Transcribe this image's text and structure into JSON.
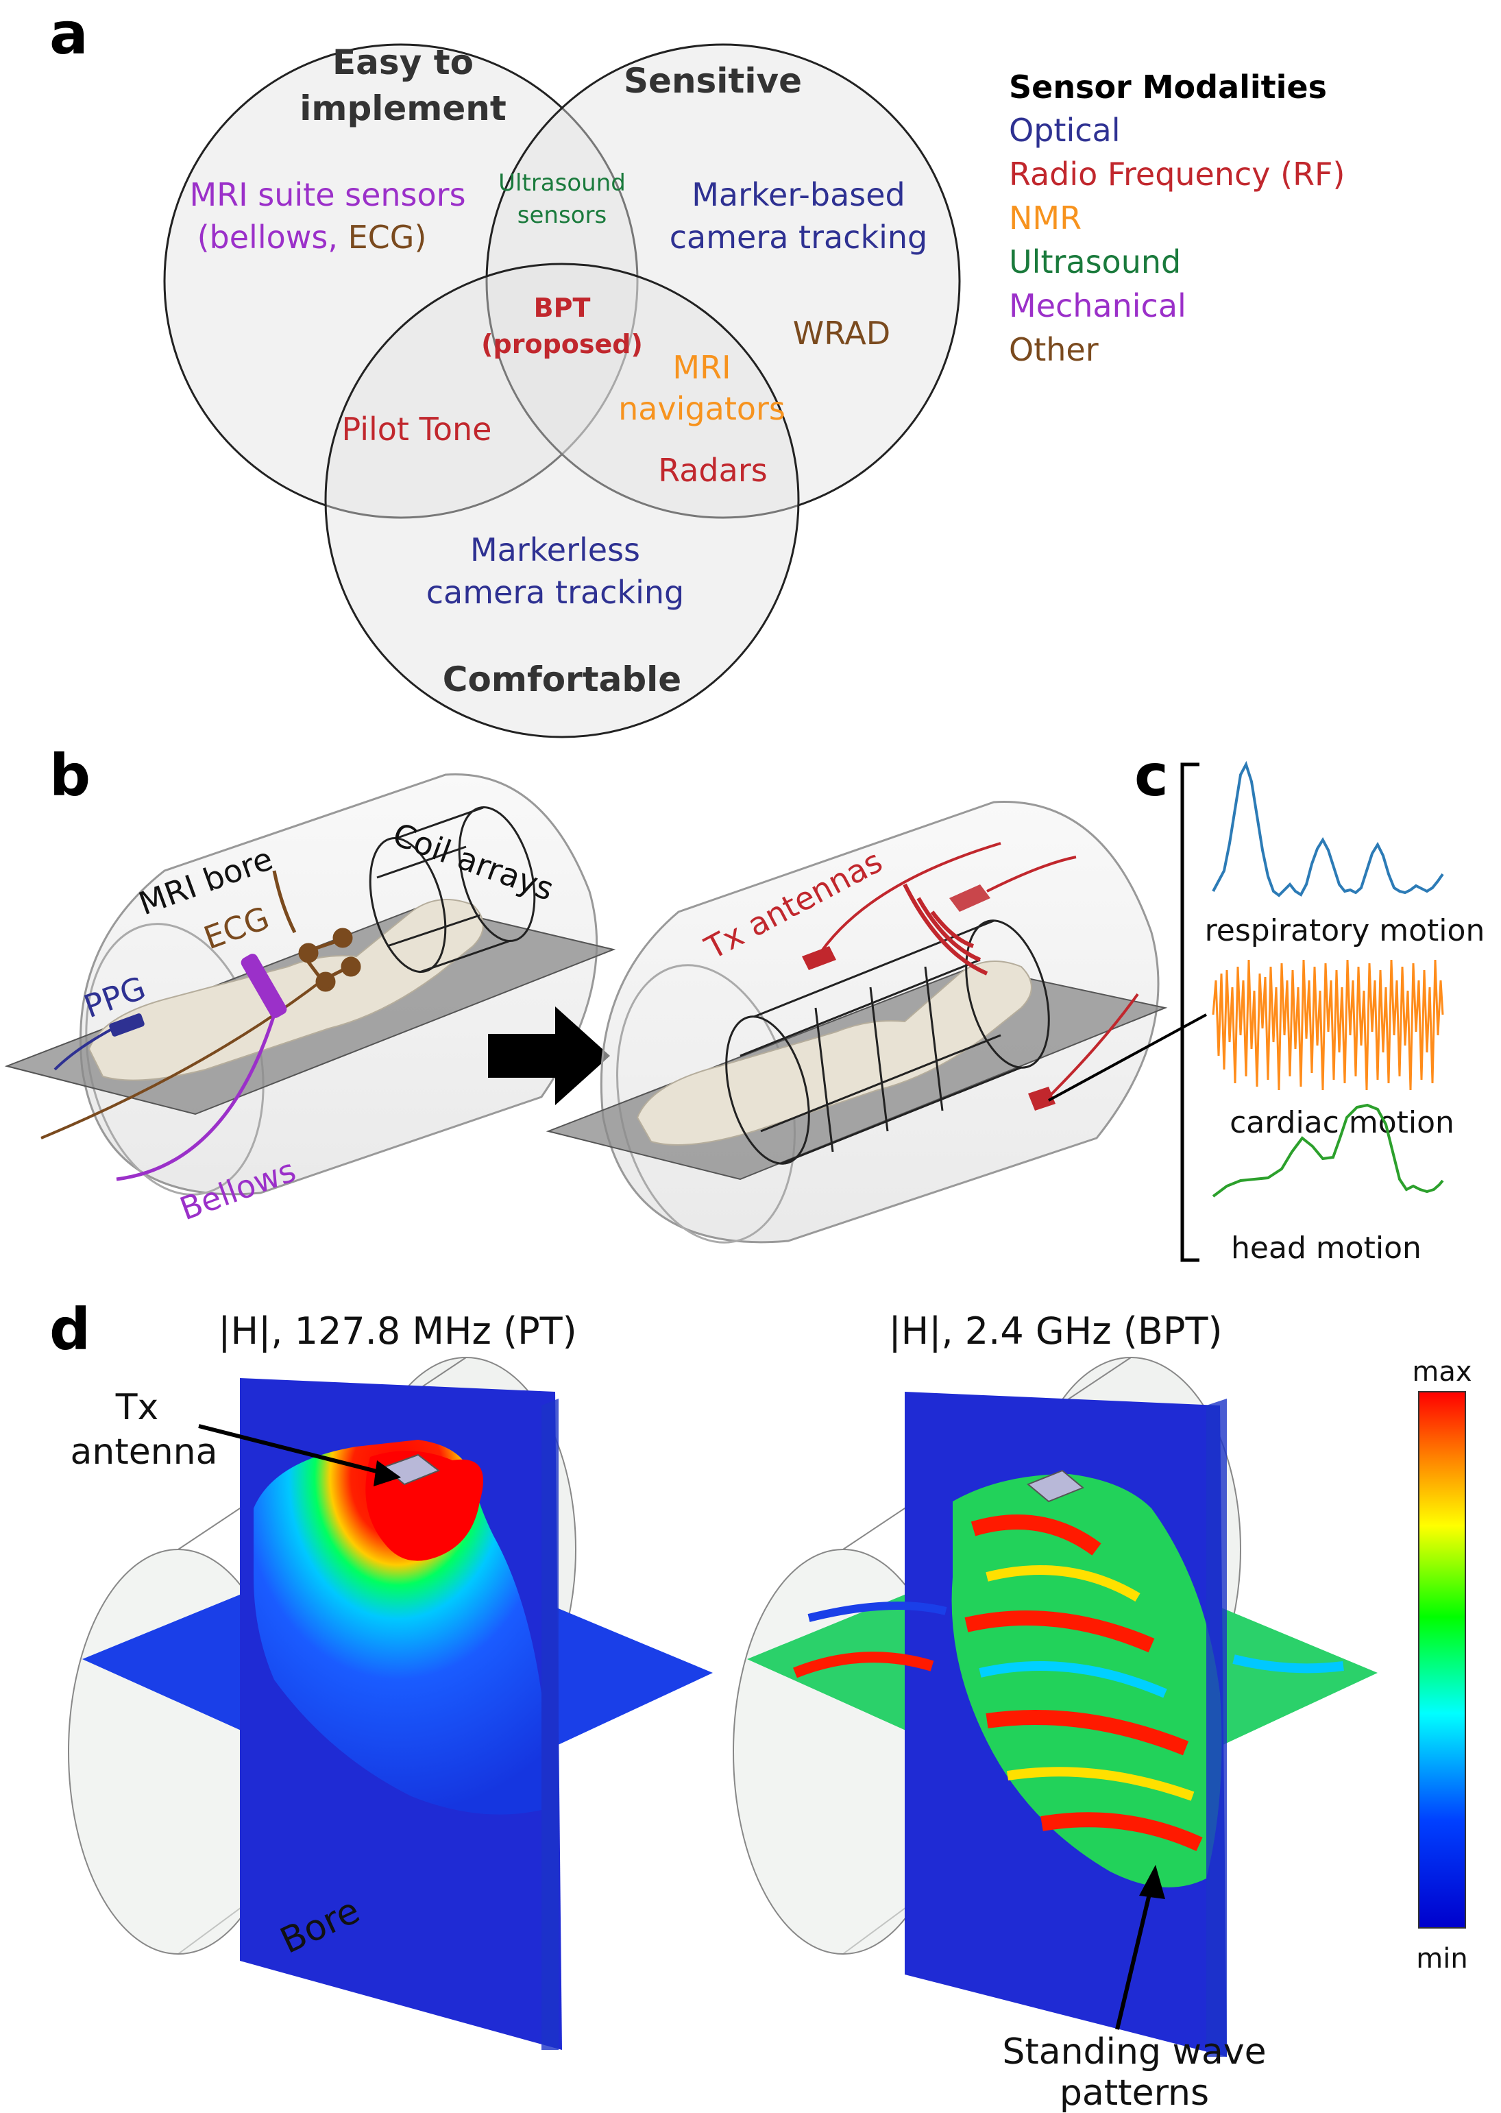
{
  "panels": {
    "a": "a",
    "b": "b",
    "c": "c",
    "d": "d"
  },
  "venn": {
    "circle1_title": [
      "Easy to",
      "implement"
    ],
    "circle2_title": "Sensitive",
    "circle3_title": "Comfortable",
    "mri_suite": [
      "MRI suite sensors",
      "(bellows, ",
      "ECG",
      ")"
    ],
    "ultrasound": [
      "Ultrasound",
      "sensors"
    ],
    "marker_based": [
      "Marker-based",
      "camera tracking"
    ],
    "bpt": [
      "BPT",
      "(proposed)"
    ],
    "wrad": "WRAD",
    "mri_nav": [
      "MRI",
      "navigators"
    ],
    "pilot_tone": "Pilot Tone",
    "radars": "Radars",
    "markerless": [
      "Markerless",
      "camera tracking"
    ]
  },
  "legend": {
    "title": "Sensor Modalities",
    "items": [
      {
        "label": "Optical",
        "color": "#2e3192"
      },
      {
        "label": "Radio Frequency (RF)",
        "color": "#c1272d"
      },
      {
        "label": "NMR",
        "color": "#f7931e"
      },
      {
        "label": "Ultrasound",
        "color": "#1a7a3c"
      },
      {
        "label": "Mechanical",
        "color": "#9b30c9"
      },
      {
        "label": "Other",
        "color": "#7a4a1e"
      }
    ]
  },
  "scene_b": {
    "mri_bore": "MRI bore",
    "coil_arrays": "Coil arrays",
    "ecg": "ECG",
    "ppg": "PPG",
    "bellows": "Bellows",
    "tx_antennas": "Tx antennas"
  },
  "signals_c": {
    "respiratory": "respiratory motion",
    "cardiac": "cardiac motion",
    "head": "head motion"
  },
  "field_d": {
    "left_title": "|H|, 127.8 MHz (PT)",
    "right_title": "|H|, 2.4 GHz (BPT)",
    "tx_antenna": [
      "Tx",
      "antenna"
    ],
    "bore": "Bore",
    "standing": [
      "Standing wave",
      "patterns"
    ],
    "colorbar_max": "max",
    "colorbar_min": "min"
  },
  "colors": {
    "optical": "#2e3192",
    "rf": "#c1272d",
    "nmr": "#f7931e",
    "ultrasound": "#1a7a3c",
    "mechanical": "#9b30c9",
    "other": "#7a4a1e",
    "resp_trace": "#2c7bb6",
    "cardiac_trace": "#ff8c1a",
    "head_trace": "#2ca02c"
  }
}
